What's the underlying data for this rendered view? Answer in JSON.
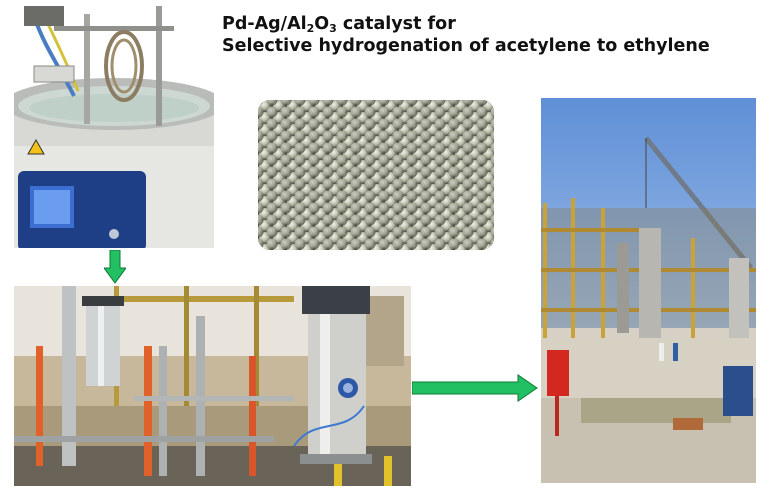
{
  "title": {
    "line1_prefix": "Pd-Ag/Al",
    "line1_sub1": "2",
    "line1_mid": "O",
    "line1_sub2": "3",
    "line1_suffix": " catalyst for",
    "line2": "Selective hydrogenation of acetylene to ethylene"
  },
  "images": [
    {
      "name": "lab-reactor-photo",
      "description": "laboratory stirred reactor"
    },
    {
      "name": "catalyst-spheres-photo",
      "description": "catalyst pellets"
    },
    {
      "name": "pilot-unit-photo",
      "description": "pilot reactor unit"
    },
    {
      "name": "industrial-plant-photo",
      "description": "industrial plant with crane"
    }
  ],
  "arrows": [
    {
      "name": "arrow-down",
      "color": "#22c063"
    },
    {
      "name": "arrow-right",
      "color": "#22c063"
    }
  ],
  "colors": {
    "arrow_fill": "#22c063",
    "arrow_stroke": "#0e7a36",
    "title_text": "#111111"
  }
}
